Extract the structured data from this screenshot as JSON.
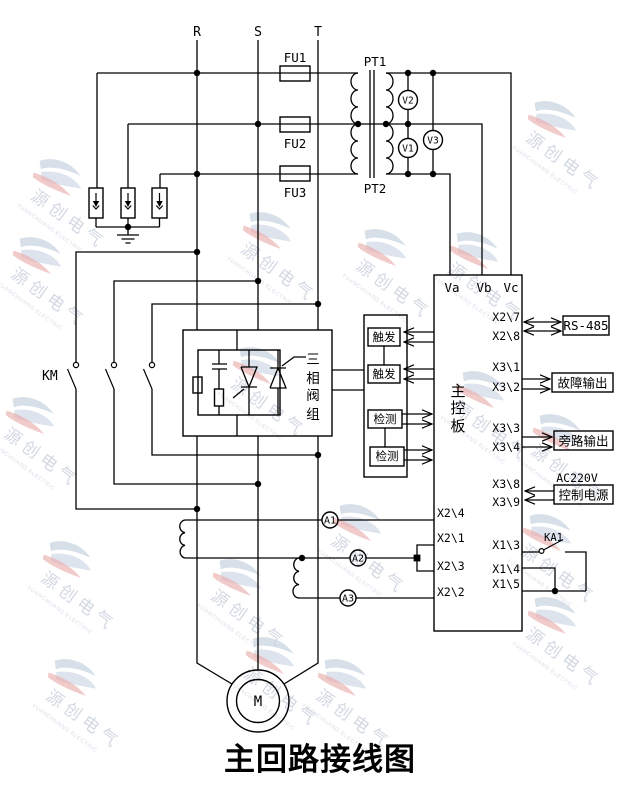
{
  "title": "主回路接线图",
  "watermark": {
    "cn": "源创电气",
    "en": "YUANCHUANG ELECTRIC"
  },
  "phase_labels": {
    "r": "R",
    "s": "S",
    "t": "T"
  },
  "fuses": {
    "fu1": "FU1",
    "fu2": "FU2",
    "fu3": "FU3"
  },
  "transformers": {
    "pt1": "PT1",
    "pt2": "PT2"
  },
  "voltmeters": {
    "v1": "V1",
    "v2": "V2",
    "v3": "V3"
  },
  "ammeters": {
    "a1": "A1",
    "a2": "A2",
    "a3": "A3"
  },
  "contactors": {
    "km": "KM",
    "ka1": "KA1"
  },
  "valve_group": {
    "c1": "三",
    "c2": "相",
    "c3": "阀",
    "c4": "组"
  },
  "modules": {
    "trigger": "触发",
    "detect": "检测"
  },
  "main_board": {
    "c1": "主",
    "c2": "控",
    "c3": "板",
    "top": {
      "va": "Va",
      "vb": "Vb",
      "vc": "Vc"
    },
    "right": {
      "x2_7": "X2\\7",
      "x2_8": "X2\\8",
      "x3_1": "X3\\1",
      "x3_2": "X3\\2",
      "x3_3": "X3\\3",
      "x3_4": "X3\\4",
      "x3_8": "X3\\8",
      "x3_9": "X3\\9",
      "x1_3": "X1\\3",
      "x1_4": "X1\\4",
      "x1_5": "X1\\5"
    },
    "left": {
      "x2_4": "X2\\4",
      "x2_1": "X2\\1",
      "x2_3": "X2\\3",
      "x2_2": "X2\\2"
    }
  },
  "io": {
    "rs485": "RS-485",
    "fault": "故障输出",
    "bypass": "旁路输出",
    "ac": "AC220V",
    "ctrl_power": "控制电源"
  },
  "motor": {
    "label": "M"
  },
  "colors": {
    "line": "#000000",
    "wm_text": "#aeb9cc",
    "wm_blue": "#9fb2ca",
    "wm_red": "#d96a6a"
  }
}
